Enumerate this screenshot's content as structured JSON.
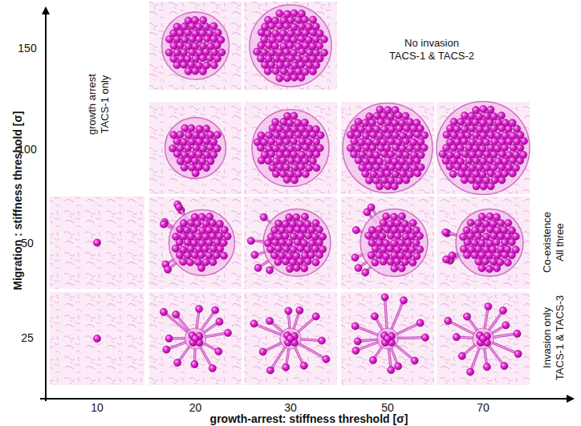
{
  "diagram": {
    "labels": [
      "Migration : stiffness threshold [σ]",
      "150",
      "No invasion TACS-1 & TACS-2",
      "growth arrest TACS-1 only",
      "100",
      "50",
      "Co-existence All three",
      "25",
      "Invasion only TACS-1 & TACS-3",
      "10",
      "20",
      "30",
      "50",
      "70",
      "growth-arrest: stiffness threshold [σ]"
    ]
  }
}
